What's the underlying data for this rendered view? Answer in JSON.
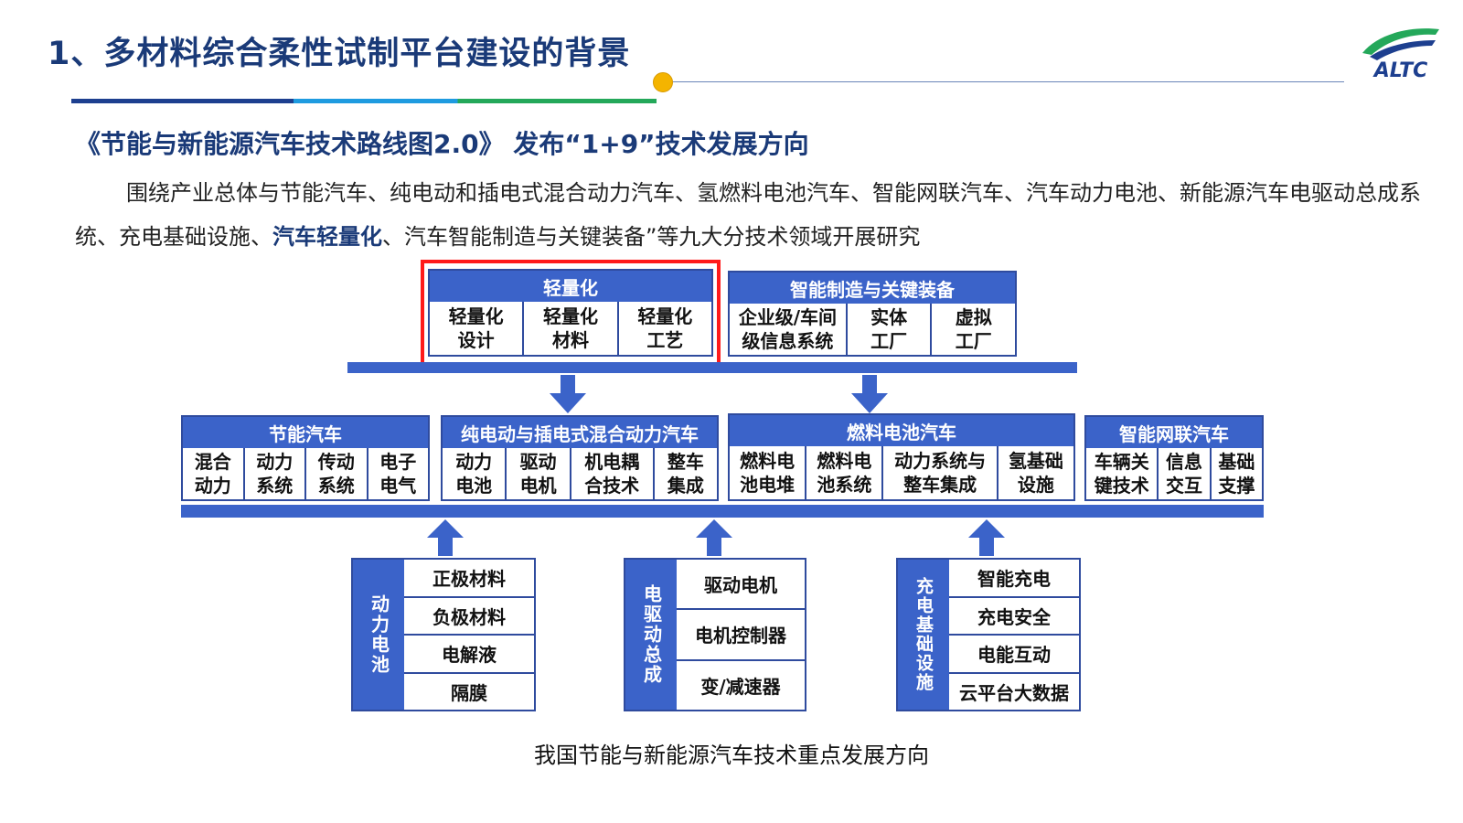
{
  "slide": {
    "title": "1、多材料综合柔性试制平台建设的背景",
    "subtitle": "《节能与新能源汽车技术路线图2.0》 发布“1+9”技术发展方向",
    "paragraph_part1": "围绕产业总体与节能汽车、纯电动和插电式混合动力汽车、氢燃料电池汽车、智能网联汽车、汽车动力电池、新能源汽车电驱动总成系统、充电基础设施、",
    "paragraph_highlight": "汽车轻量化",
    "paragraph_part2": "、汽车智能制造与关键装备”等九大分技术领域开展研究",
    "caption": "我国节能与新能源汽车技术重点发展方向",
    "logo_text": "ALTC"
  },
  "colors": {
    "header_blue": "#3b63c9",
    "title_navy": "#1a3a78",
    "highlight_red": "#ff1a1a",
    "accent_yellow": "#f4b400"
  },
  "diagram": {
    "top": [
      {
        "id": "lightweight",
        "title": "轻量化",
        "cells": [
          [
            "轻量化",
            "设计"
          ],
          [
            "轻量化",
            "材料"
          ],
          [
            "轻量化",
            "工艺"
          ]
        ],
        "highlighted": true
      },
      {
        "id": "smart-manufacturing",
        "title": "智能制造与关键装备",
        "cells": [
          [
            "企业级/车间",
            "级信息系统"
          ],
          [
            "实体",
            "工厂"
          ],
          [
            "虚拟",
            "工厂"
          ]
        ]
      }
    ],
    "middle": [
      {
        "id": "energy-saving",
        "title": "节能汽车",
        "cells": [
          [
            "混合",
            "动力"
          ],
          [
            "动力",
            "系统"
          ],
          [
            "传动",
            "系统"
          ],
          [
            "电子",
            "电气"
          ]
        ]
      },
      {
        "id": "phev-bev",
        "title": "纯电动与插电式混合动力汽车",
        "cells": [
          [
            "动力",
            "电池"
          ],
          [
            "驱动",
            "电机"
          ],
          [
            "机电耦",
            "合技术"
          ],
          [
            "整车",
            "集成"
          ]
        ]
      },
      {
        "id": "fuel-cell",
        "title": "燃料电池汽车",
        "cells": [
          [
            "燃料电",
            "池电堆"
          ],
          [
            "燃料电",
            "池系统"
          ],
          [
            "动力系统与",
            "整车集成"
          ],
          [
            "氢基础",
            "设施"
          ]
        ]
      },
      {
        "id": "connected",
        "title": "智能网联汽车",
        "cells": [
          [
            "车辆关",
            "键技术"
          ],
          [
            "信息",
            "交互"
          ],
          [
            "基础",
            "支撑"
          ]
        ]
      }
    ],
    "bottom": [
      {
        "id": "power-battery",
        "title": "动力电池",
        "items": [
          "正极材料",
          "负极材料",
          "电解液",
          "隔膜"
        ]
      },
      {
        "id": "e-drive",
        "title": "电驱动总成",
        "items": [
          "驱动电机",
          "电机控制器",
          "变/减速器"
        ]
      },
      {
        "id": "charging",
        "title": "充电基础设施",
        "items": [
          "智能充电",
          "充电安全",
          "电能互动",
          "云平台大数据"
        ]
      }
    ]
  }
}
